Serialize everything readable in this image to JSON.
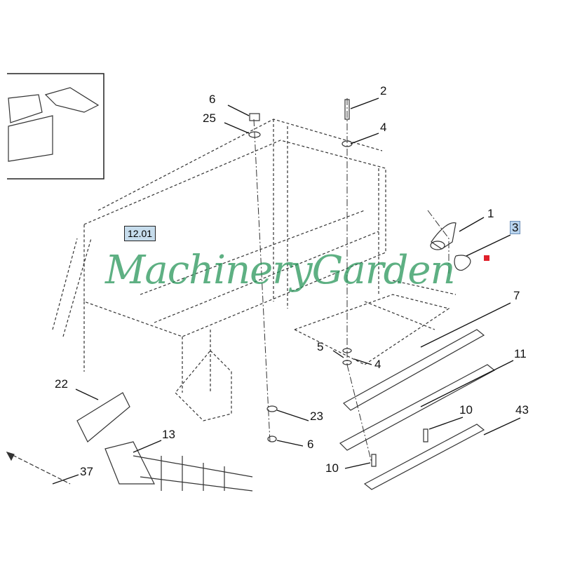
{
  "diagram": {
    "reference_box": "12.01",
    "watermark": "MachineryGarden",
    "callouts": [
      {
        "id": "c6a",
        "text": "6"
      },
      {
        "id": "c25",
        "text": "25"
      },
      {
        "id": "c2",
        "text": "2"
      },
      {
        "id": "c4a",
        "text": "4"
      },
      {
        "id": "c1",
        "text": "1"
      },
      {
        "id": "c3",
        "text": "3",
        "highlighted": true
      },
      {
        "id": "c7",
        "text": "7"
      },
      {
        "id": "c11",
        "text": "11"
      },
      {
        "id": "c5",
        "text": "5"
      },
      {
        "id": "c4b",
        "text": "4"
      },
      {
        "id": "c22",
        "text": "22"
      },
      {
        "id": "c10a",
        "text": "10"
      },
      {
        "id": "c43",
        "text": "43"
      },
      {
        "id": "c13",
        "text": "13"
      },
      {
        "id": "c23",
        "text": "23"
      },
      {
        "id": "c6b",
        "text": "6"
      },
      {
        "id": "c10b",
        "text": "10"
      },
      {
        "id": "c37",
        "text": "37"
      }
    ],
    "colors": {
      "highlight": "#b9d4ee",
      "marker": "#e0202a",
      "watermark": "#2f9a5e"
    }
  }
}
